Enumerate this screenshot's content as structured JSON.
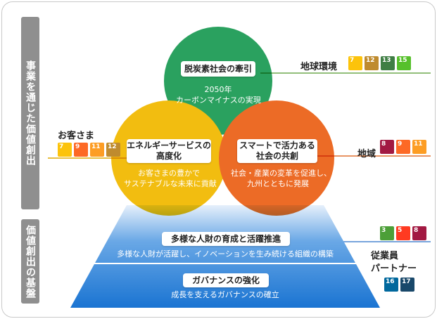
{
  "side_labels": {
    "top": "事業を通じた価値創出",
    "bottom": "価値創出の基盤"
  },
  "circles": {
    "top": {
      "title": "脱炭素社会の牽引",
      "sub_line1": "2050年",
      "sub_line2": "カーボンマイナスの実現",
      "color": "#2aa15f"
    },
    "left": {
      "title_line1": "エネルギーサービスの",
      "title_line2": "高度化",
      "sub_line1": "お客さまの豊かで",
      "sub_line2": "サステナブルな未来に貢献",
      "color": "#f2bd10"
    },
    "right": {
      "title_line1": "スマートで活力ある",
      "title_line2": "社会の共創",
      "sub_line1": "社会・産業の変革を促進し、",
      "sub_line2": "九州とともに発展",
      "color": "#ec6b26"
    }
  },
  "stakeholders": {
    "global_env": "地球環境",
    "customers": "お客さま",
    "region": "地域",
    "employees_line1": "従業員",
    "employees_line2": "パートナー"
  },
  "pyramid": {
    "upper_title": "多様な人財の育成と活躍推進",
    "upper_sub": "多様な人財が活躍し、イノベーションを生み続ける組織の構築",
    "lower_title": "ガバナンスの強化",
    "lower_sub": "成長を支えるガバナンスの確立"
  },
  "sdg_icons": {
    "global_env": [
      {
        "num": "7",
        "color": "#fcc30b",
        "name": "sdg-7-icon"
      },
      {
        "num": "12",
        "color": "#bf8b2e",
        "name": "sdg-12-icon"
      },
      {
        "num": "13",
        "color": "#3f7e44",
        "name": "sdg-13-icon"
      },
      {
        "num": "15",
        "color": "#56c02b",
        "name": "sdg-15-icon"
      }
    ],
    "customers": [
      {
        "num": "7",
        "color": "#fcc30b",
        "name": "sdg-7-icon"
      },
      {
        "num": "9",
        "color": "#fd6925",
        "name": "sdg-9-icon"
      },
      {
        "num": "11",
        "color": "#fd9d24",
        "name": "sdg-11-icon"
      },
      {
        "num": "12",
        "color": "#bf8b2e",
        "name": "sdg-12-icon"
      }
    ],
    "region": [
      {
        "num": "8",
        "color": "#a21942",
        "name": "sdg-8-icon"
      },
      {
        "num": "9",
        "color": "#fd6925",
        "name": "sdg-9-icon"
      },
      {
        "num": "11",
        "color": "#fd9d24",
        "name": "sdg-11-icon"
      }
    ],
    "employees_upper": [
      {
        "num": "3",
        "color": "#4c9f38",
        "name": "sdg-3-icon"
      },
      {
        "num": "5",
        "color": "#ff3a21",
        "name": "sdg-5-icon"
      },
      {
        "num": "8",
        "color": "#a21942",
        "name": "sdg-8-icon"
      }
    ],
    "employees_lower": [
      {
        "num": "16",
        "color": "#00689d",
        "name": "sdg-16-icon"
      },
      {
        "num": "17",
        "color": "#19486a",
        "name": "sdg-17-icon"
      }
    ]
  }
}
